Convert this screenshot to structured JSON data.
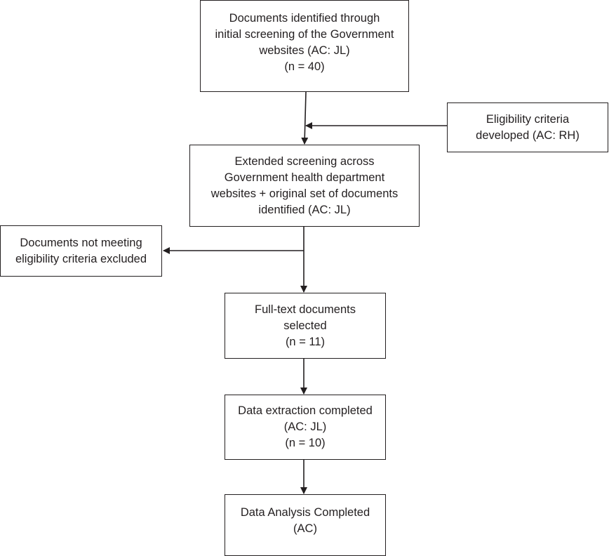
{
  "boxes": {
    "identified": {
      "line1": "Documents identified through",
      "line2": "initial screening of the Government",
      "line3": "websites (AC: JL)",
      "line4": "(n = 40)"
    },
    "eligibility": {
      "line1": "Eligibility criteria",
      "line2": "developed (AC: RH)"
    },
    "extended": {
      "line1": "Extended screening across",
      "line2": "Government health department",
      "line3": "websites + original set of documents",
      "line4": "identified (AC: JL)"
    },
    "excluded": {
      "line1": "Documents not meeting",
      "line2": "eligibility criteria excluded"
    },
    "fulltext": {
      "line1": "Full-text documents",
      "line2": "selected",
      "line3": "(n = 11)"
    },
    "extraction": {
      "line1": "Data extraction completed",
      "line2": "(AC: JL)",
      "line3": "(n = 10)"
    },
    "analysis": {
      "line1": "Data Analysis Completed",
      "line2": "(AC)"
    }
  },
  "colors": {
    "stroke": "#231f20",
    "background": "#ffffff"
  }
}
